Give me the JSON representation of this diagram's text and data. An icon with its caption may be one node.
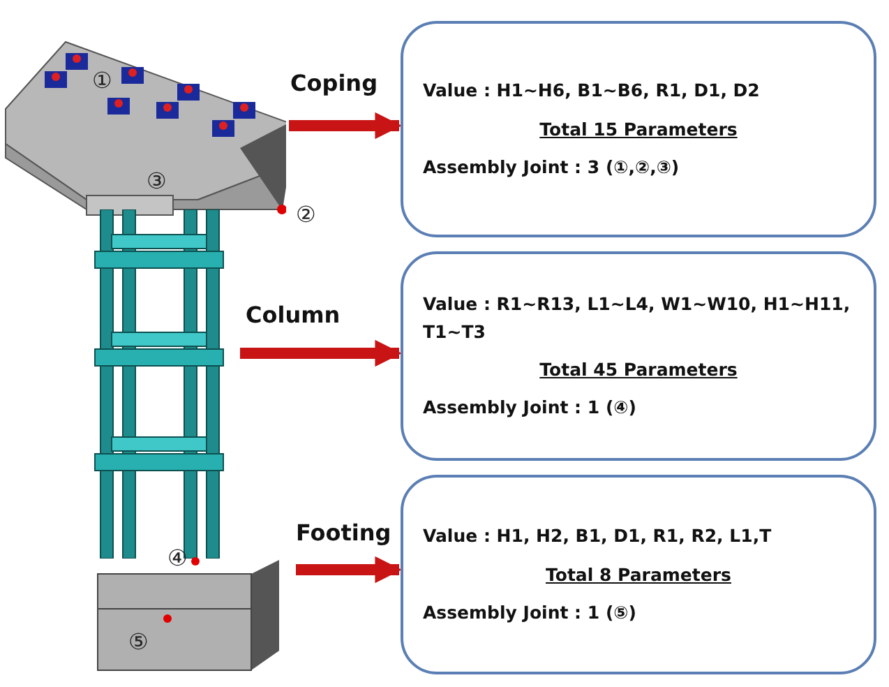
{
  "diagram": {
    "nodes": [
      {
        "text": [],
        "shape": "picture",
        "beside": [
          "Coping"
        ]
      },
      {
        "text": [
          "Value : H1~H6, B1~B6, R1, D1, D2",
          "Total 15 Parameters",
          "Assembly Joint : 3 (①,②,③)"
        ]
      },
      {
        "text": [],
        "shape": "picture",
        "beside": [
          "Column"
        ]
      },
      {
        "text": [
          "Value : R1~R13, L1~L4, W1~W10, H1~H11, T1~T3",
          "Total 45 Parameters",
          "Assembly Joint : 1 (④)"
        ]
      },
      {
        "text": [],
        "shape": "picture",
        "beside": [
          "Footing"
        ]
      },
      {
        "text": [
          "Value : H1, H2, B1, D1, R1, R2, L1,T",
          "Total 8 Parameters",
          "Assembly Joint : 1 (⑤)"
        ]
      }
    ],
    "edges": [
      {
        "from": 0,
        "to": 1,
        "arrow": "to"
      },
      {
        "from": 2,
        "to": 3,
        "arrow": "to"
      },
      {
        "from": 4,
        "to": 5,
        "arrow": "to"
      }
    ],
    "labels": [
      "①",
      "③",
      "②",
      "④",
      "⑤"
    ]
  }
}
